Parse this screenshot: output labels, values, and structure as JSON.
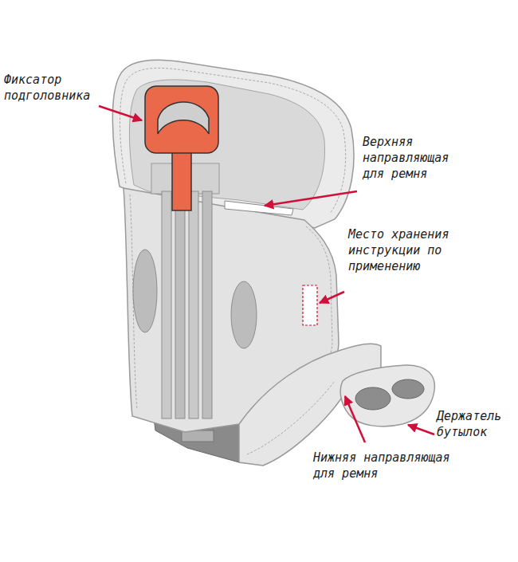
{
  "diagram": {
    "labels": [
      "Фиксатор подголовника",
      "Верхняя направляющая для ремня",
      "Место хранения инструкции по применению",
      "Держатель бутылок",
      "Нижняя направляющая для ремня"
    ]
  }
}
